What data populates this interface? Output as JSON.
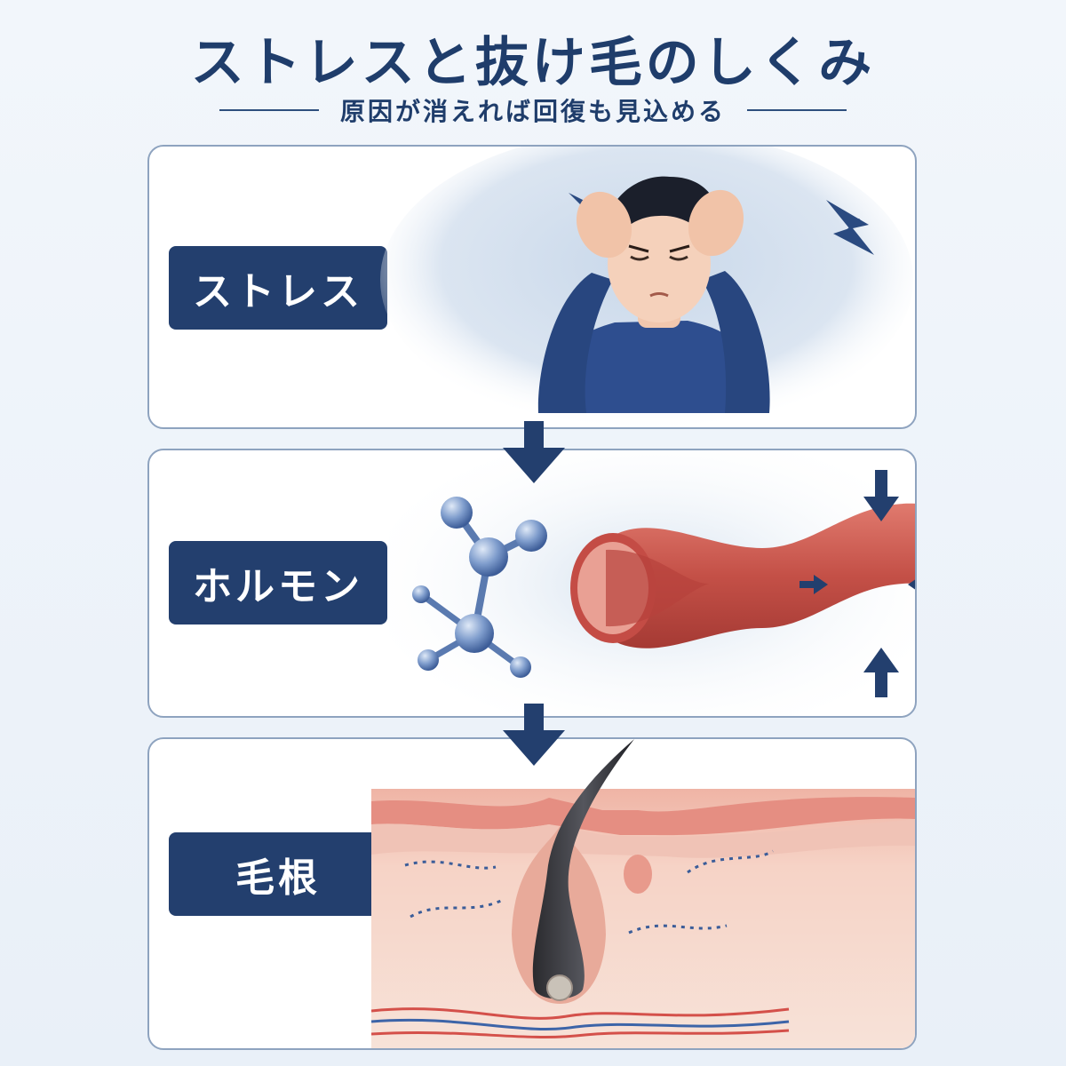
{
  "title": "ストレスと抜け毛のしくみ",
  "subtitle": "原因が消えれば回復も見込める",
  "steps": [
    {
      "label": "ストレス",
      "illustration": "stressed-man"
    },
    {
      "label": "ホルモン",
      "illustration": "hormone-molecule-and-constricting-blood-vessel"
    },
    {
      "label": "毛根",
      "illustration": "hair-follicle-cross-section"
    }
  ],
  "colors": {
    "navy": "#233f6e",
    "panel_border": "#8ea3bf",
    "background": "#eef3f9",
    "vessel_red": "#c8564f",
    "skin_pink": "#f1c1b4"
  }
}
